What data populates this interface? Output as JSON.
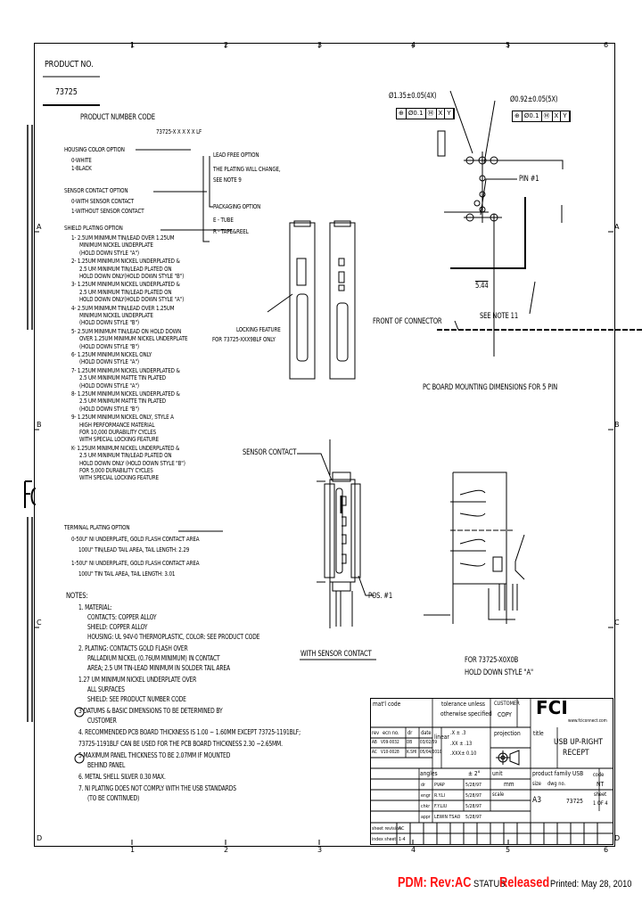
{
  "product_box": {
    "label": "PRODUCT   NO.",
    "number": "73725"
  },
  "product_code": {
    "title": "PRODUCT NUMBER CODE",
    "code": "73725-X X X X X LF",
    "housing": {
      "title": "HOUSING COLOR OPTION",
      "items": [
        "0-WHITE",
        "1-BLACK"
      ]
    },
    "sensor": {
      "title": "SENSOR CONTACT OPTION",
      "items": [
        "0-WITH SENSOR CONTACT",
        "1-WITHOUT SENSOR CONTACT"
      ]
    },
    "lead_free": {
      "title": "LEAD FREE OPTION",
      "lines": [
        "THE PLATING WILL CHANGE,",
        "SEE NOTE 9"
      ]
    },
    "packaging": {
      "title": "PACKAGING OPTION",
      "items": [
        "E - TUBE",
        "R - TAPE&REEL"
      ]
    },
    "shield": {
      "title": "SHIELD PLATING OPTION",
      "lines": [
        "1- 2.5um MINIMUM TIN/LEAD OVER 1.25um",
        "MINIMUM NICKEL UNDERPLATE",
        "(HOLD DOWN STYLE \"A\")",
        "2- 1.25um MINIMUM NICKEL UNDERPLATED &",
        "2.5 um MINIMUM TIN/LEAD PLATED ON",
        "HOLD DOWN ONLY(HOLD DOWN STYLE \"B\")",
        "3- 1.25um MINIMUM NICKEL UNDERPLATED &",
        "2.5 um MINIMUM TIN/LEAD PLATED ON",
        "HOLD DOWN ONLY(HOLD DOWN STYLE \"A\")",
        "4- 2.5um MINIMUM TIN/LEAD OVER 1.25um",
        "MINIMUM NICKEL UNDERPLATE",
        "(HOLD DOWN STYLE \"B\")",
        "5- 2.5um MINIMUM TIN/LEAD ON HOLD DOWN",
        "OVER 1.25um MINIMUM NICKEL UNDERPLATE",
        "(HOLD DOWN STYLE \"B\")",
        "6- 1.25um MINIMUM NICKEL ONLY",
        "(HOLD DOWN STYLE \"A\")",
        "7- 1.25um MINIMUM NICKEL UNDERPLATED &",
        "2.5 um MINIMUM MATTE TIN PLATED",
        "(HOLD DOWN STYLE \"A\")",
        "8- 1.25um MINIMUM NICKEL UNDERPLATED &",
        "2.5 um MINIMUM MATTE TIN PLATED",
        "(HOLD DOWN STYLE \"B\")",
        "9- 1.25um MINIMUM NICKEL ONLY, STYLE A",
        "HIGH PERFORMANCE MATERIAL",
        "FOR 10,000 DURABILITY CYCLES",
        "WITH SPECIAL LOCKING FEATURE",
        "K- 1.25um MINIMUM NICKEL UNDERPLATED &",
        "2.5 um MINIMUM TIN/LEAD PLATED ON",
        "HOLD DOWN ONLY (HOLD DOWN STYLE \"B\")",
        "FOR 5,000 DURABILITY CYCLES",
        "WITH SPECIAL LOCKING FEATURE"
      ]
    },
    "terminal": {
      "title": "TERMINAL PLATING OPTION",
      "lines": [
        "0-50u\" Ni UNDERPLATE, GOLD FLASH CONTACT AREA",
        "100u\" TIN/LEAD TAIL AREA, TAIL LENGTH: 2.29",
        "1-50u\" Ni UNDERPLATE, GOLD FLASH CONTACT AREA",
        "100u\" TIN TAIL AREA, TAIL LENGTH: 3.01"
      ]
    }
  },
  "notes": {
    "title": "NOTES:",
    "lines": [
      "1. MATERIAL:",
      "CONTACTS: COPPER ALLOY",
      "SHIELD: COPPER ALLOY",
      "HOUSING: UL 94V-0 THERMOPLASTIC, COLOR: SEE PRODUCT CODE",
      "2. PLATING: CONTACTS GOLD FLASH OVER",
      "PALLADIUM NICKEL (0.76um MINIMUM) IN CONTACT",
      "AREA; 2.5 um TIN-LEAD MINIMUM IN SOLDER TAIL AREA",
      "1.27 um MINIMUM NICKEL UNDERPLATE OVER",
      "ALL SURFACES",
      "SHIELD: SEE PRODUCT NUMBER CODE",
      "3  DATUMS & BASIC DIMENSIONS TO BE DETERMINED BY",
      "CUSTOMER",
      "4. RECOMMENDED PCB BOARD THICKNESS IS 1.00 ~ 1.60mm EXCEPT 73725-1191BLF;",
      "73725-1191BLF CAN BE USED FOR THE PCB BOARD THICKNESS 2.30 ~2.65mm.",
      "5  MAXIMUM PANEL THICKNESS TO BE 2.07mm IF MOUNTED",
      "BEHIND PANEL",
      "6. METAL SHELL SILVER 0.30 MAX.",
      "7. Ni PLATING DOES NOT COMPLY WITH THE USB STANDARDS",
      "(TO BE CONTINUED)"
    ]
  },
  "drawing": {
    "locking": [
      "LOCKING FEATURE",
      "FOR 73725-XXX9BLF ONLY"
    ],
    "pad1": "Ø1.35±0.05(4X)",
    "pad2": "Ø0.92±0.05(5X)",
    "fcf1": [
      "⊕",
      "Ø0.1",
      "Ⓜ",
      "X",
      "Y"
    ],
    "fcf2": [
      "⊕",
      "Ø0.1",
      "Ⓜ",
      "X",
      "Y"
    ],
    "pin1": "PIN #1",
    "dim_544": "5.44",
    "see_note": "SEE NOTE 11",
    "front": "FRONT OF CONNECTOR",
    "pcb_title": "PC BOARD MOUNTING DIMENSIONS FOR 5 PIN",
    "sensor_contact": "SENSOR CONTACT",
    "pos1": "POS. #1",
    "with_sensor": "WITH SENSOR CONTACT",
    "for_part": [
      "FOR 73725-X0X0B",
      "HOLD DOWN STYLE \"A\""
    ]
  },
  "zones": {
    "cols": [
      "1",
      "2",
      "3",
      "4",
      "5",
      "6"
    ],
    "rows": [
      "A",
      "B",
      "C",
      "D"
    ]
  },
  "title_block": {
    "matl_code": "mat'l code",
    "tolerance": [
      "tolerance unless",
      "otherwise specified"
    ],
    "customer": "CUSTOMER",
    "copy": "COPY",
    "company": "FCI",
    "company_sub": "www.fciconnect.com",
    "rev_hdr": [
      "rev",
      "ecn no.",
      "dr",
      "date"
    ],
    "revs": [
      [
        "AB",
        "V09-0032",
        "DB",
        "03/02/09"
      ],
      [
        "AC",
        "V10-0028",
        "K.SHI",
        "05/04/2010"
      ]
    ],
    "linear": "linear",
    "tol_rows": [
      ".X  ±  .3",
      ".XX  ±  .13",
      ".XXX±  0.10"
    ],
    "angles": "angles",
    "angle_tol": "±  2°",
    "projection": "projection",
    "title_label": "title",
    "title": [
      "USB UP-RIGHT",
      "RECEPT"
    ],
    "sign": [
      [
        "dr",
        "PVAP",
        "5/28/97"
      ],
      [
        "engr",
        "R.Y.LI",
        "5/28/97"
      ],
      [
        "chkr",
        "F.Y.LIU",
        "5/28/97"
      ],
      [
        "appr",
        "LEWIN TSAO",
        "5/28/97"
      ]
    ],
    "unit_label": "unit",
    "unit": "mm",
    "scale_label": "scale",
    "product_family": "product family USB",
    "code_label": "code",
    "code": "NT",
    "size_label": "size",
    "size": "A3",
    "dwg_label": "dwg no.",
    "dwg_no": "73725",
    "sheet_label": "sheet",
    "sheet": "1 OF 4",
    "sheet_revision": "sheet revision",
    "sheet_revision_value": "AC",
    "index_sheet": "index sheet",
    "index_value": "1-4"
  },
  "footer": {
    "pdm": "PDM: Rev:AC",
    "status_label": "STATUS:",
    "status": "Released",
    "printed": "Printed: May 28, 2010"
  },
  "colors": {
    "stamp_red": "#ff1010",
    "line": "#000000"
  }
}
